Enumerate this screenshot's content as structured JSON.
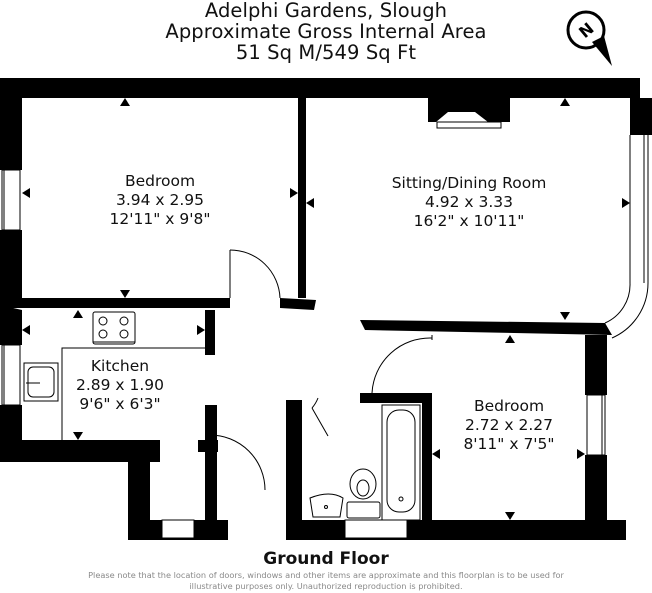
{
  "header": {
    "address": "Adelphi Gardens, Slough",
    "area_label": "Approximate Gross Internal Area",
    "area_value": "51 Sq M/549 Sq Ft"
  },
  "compass": {
    "icon": "north-arrow-icon",
    "letter": "N"
  },
  "rooms": [
    {
      "name": "Bedroom",
      "metric": "3.94 x 2.95",
      "imperial": "12'11\" x 9'8\""
    },
    {
      "name": "Sitting/Dining Room",
      "metric": "4.92 x 3.33",
      "imperial": "16'2\" x 10'11\""
    },
    {
      "name": "Kitchen",
      "metric": "2.89 x 1.90",
      "imperial": "9'6\" x 6'3\""
    },
    {
      "name": "Bedroom",
      "metric": "2.72 x 2.27",
      "imperial": "8'11\" x 7'5\""
    }
  ],
  "fixtures": [
    "hob-icon",
    "sink-icon",
    "bath-icon",
    "toilet-icon",
    "basin-icon",
    "fireplace-icon"
  ],
  "footer": {
    "floor_label": "Ground Floor",
    "disclaimer": "Please note that the location of doors, windows and other items are approximate and this floorplan is to be used for illustrative purposes only. Unauthorized reproduction is prohibited."
  },
  "colors": {
    "wall": "#000000",
    "background": "#ffffff",
    "disclaimer_text": "#8a8a8a"
  }
}
